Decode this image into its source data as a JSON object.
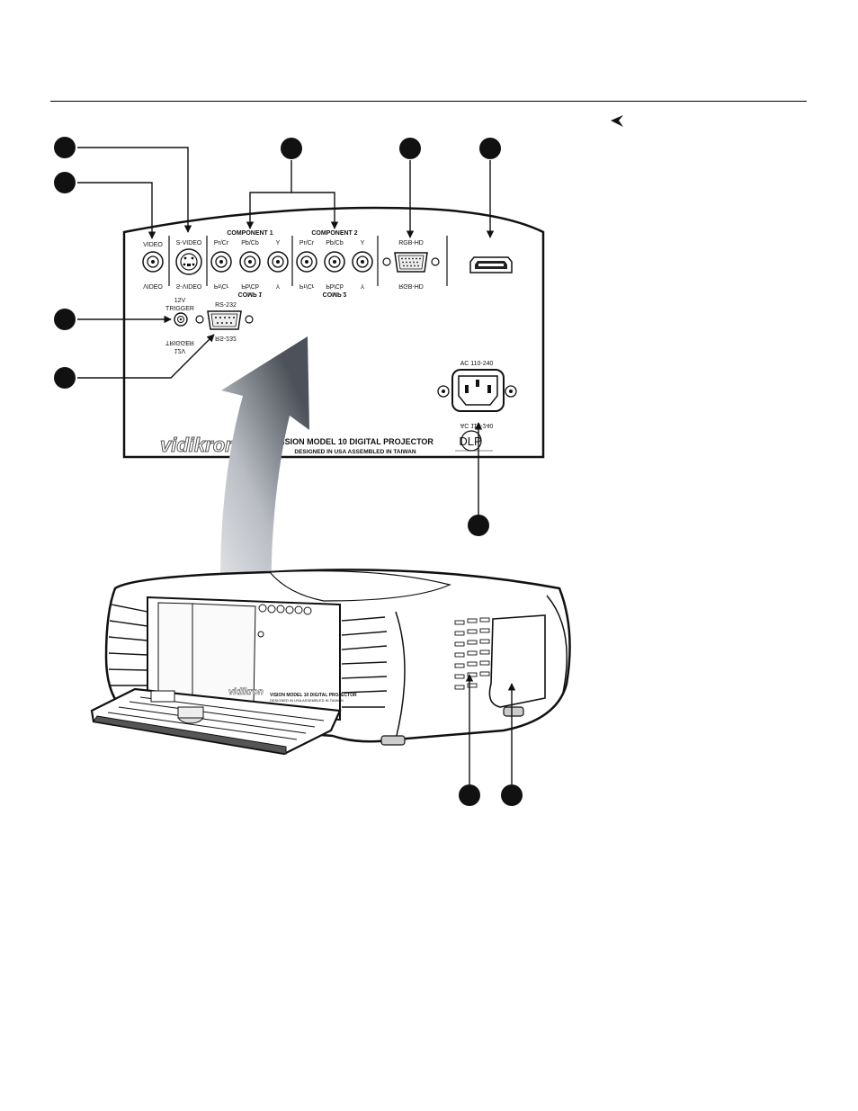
{
  "panel": {
    "video": "VIDEO",
    "svideo": "S-VIDEO",
    "component1": "COMPONENT 1",
    "component2": "COMPONENT 2",
    "pr_cr": "Pr/Cr",
    "pb_cb": "Pb/Cb",
    "y": "Y",
    "rgbhd": "RGB-HD",
    "comp1_mirror": "COMP 1",
    "comp2_mirror": "COMP 2",
    "trigger_12v": "12V",
    "trigger_label": "TRIGGER",
    "rs232": "RS-232",
    "ac": "AC 110-240",
    "model": "VISION MODEL 10 DIGITAL PROJECTOR",
    "designed": "DESIGNED IN USA  ASSEMBLED IN TAIWAN",
    "brand": "vidikron",
    "dlp": "DLP"
  },
  "projector": {
    "model_small": "VISION MODEL 10 DIGITAL PROJECTOR",
    "designed_small": "DESIGNED IN USA  ASSEMBLED IN TAIWAN",
    "brand_small": "vidikron"
  },
  "colors": {
    "ink": "#111111",
    "arrow_dark": "#505560",
    "arrow_light": "#f2f3f5"
  },
  "icons": {
    "marker": "left-pointer-icon",
    "callout": "callout-circle-icon"
  }
}
